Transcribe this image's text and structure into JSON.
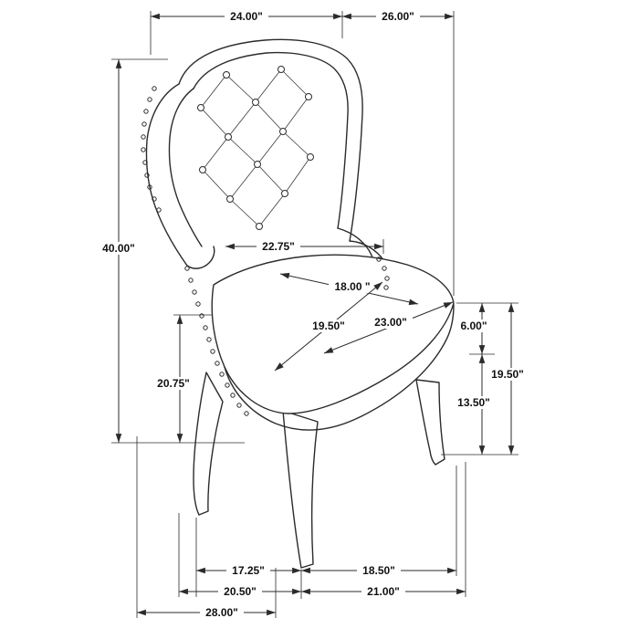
{
  "page": {
    "background": "#ffffff",
    "line_color": "#2b2b2b",
    "subject": "tufted wingback chair dimension drawing"
  },
  "diagram": {
    "labels": {
      "top_back_width": "24.00\"",
      "top_overhang": "26.00\"",
      "overall_height": "40.00\"",
      "arm_height": "20.75\"",
      "inner_seat_width": "22.75\"",
      "seat_width": "18.00 \"",
      "seat_diagonal": "23.00\"",
      "seat_depth": "19.50\"",
      "cushion_thickness": "6.00\"",
      "leg_height": "13.50\"",
      "seat_height": "19.50\"",
      "front_leg_span": "17.25\"",
      "side_leg_span": "18.50\"",
      "front_base_width": "20.50\"",
      "side_base_depth": "21.00\"",
      "overall_depth": "28.00\""
    }
  }
}
